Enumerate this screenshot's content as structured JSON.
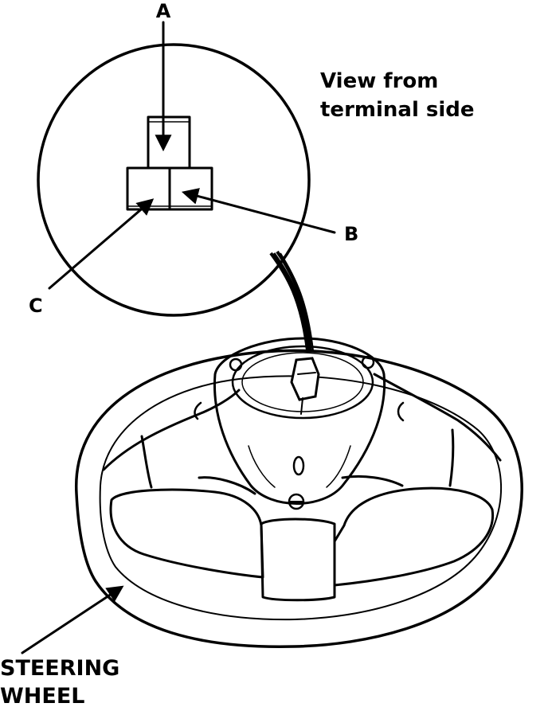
{
  "diagram": {
    "view_note_line1": "View from",
    "view_note_line2": "terminal side",
    "label_a": "A",
    "label_b": "B",
    "label_c": "C",
    "steering_label_line1": "STEERING",
    "steering_label_line2": "WHEEL"
  }
}
